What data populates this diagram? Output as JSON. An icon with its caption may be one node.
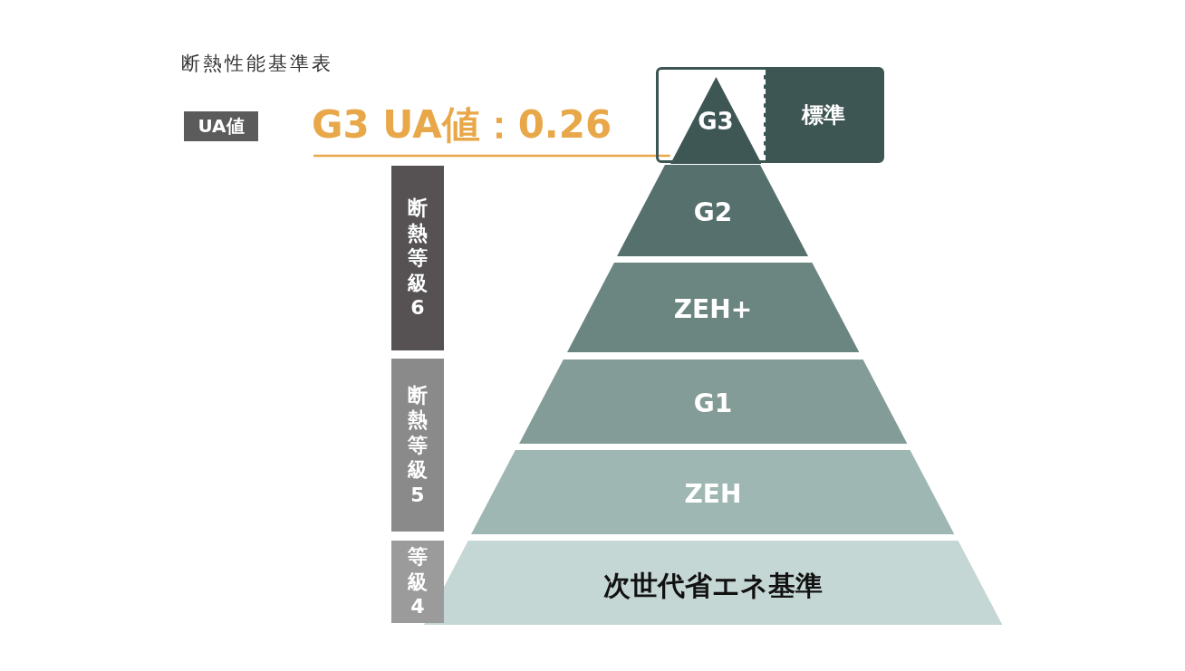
{
  "diagram": {
    "title": "断熱性能基準表",
    "nodes": [
      {
        "text": [
          "UA値"
        ]
      },
      {
        "text": [
          "G3 UA値：0.26"
        ]
      },
      {
        "text": [
          "標準"
        ]
      },
      {
        "text": [
          "G3"
        ],
        "in": 2
      },
      {
        "text": [
          "G2"
        ]
      },
      {
        "text": [
          "ZEH+"
        ]
      },
      {
        "text": [
          "G1"
        ]
      },
      {
        "text": [
          "ZEH"
        ]
      },
      {
        "text": [
          "次世代省エネ基準"
        ]
      },
      {
        "text": [
          "断熱等級6"
        ]
      },
      {
        "text": [
          "断熱等級5"
        ]
      },
      {
        "text": [
          "等級4"
        ]
      }
    ],
    "edges": [
      {
        "from": 1,
        "to": 3,
        "arrow": "none",
        "color": "#e8a84a"
      }
    ]
  }
}
